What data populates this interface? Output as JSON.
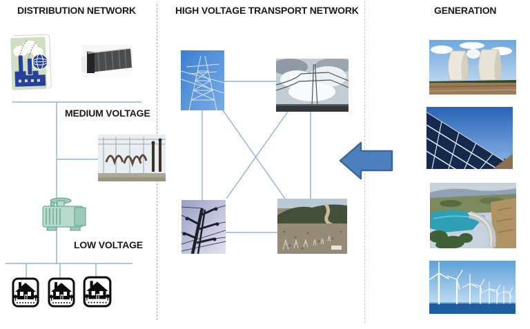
{
  "sections": {
    "distribution": {
      "title": "DISTRIBUTION NETWORK",
      "labels": {
        "medium_voltage": "MEDIUM VOLTAGE",
        "low_voltage": "LOW VOLTAGE"
      }
    },
    "transport": {
      "title": "HIGH VOLTAGE TRANSPORT NETWORK"
    },
    "generation": {
      "title": "GENERATION"
    }
  },
  "icons": {
    "factory": "factory-industry-clipart",
    "servers": "server-racks-photo",
    "substation": "substation-photo",
    "transformer": "distribution-transformer-clipart",
    "house": "house-consumer-icon",
    "pylon_blue": "transmission-tower-blue-sky-photo",
    "pylon_clouds": "transmission-tower-clouds-photo",
    "pylon_closeup": "pylon-closeup-photo",
    "lines_landscape": "transmission-corridor-landscape-photo",
    "nuclear": "nuclear-cooling-towers-photo",
    "solar": "solar-panels-photo",
    "dam": "hydroelectric-dam-photo",
    "wind": "offshore-wind-turbines-photo",
    "arrow": "left-block-arrow"
  },
  "colors": {
    "background": "#FFFFFF",
    "connector": "#8FB2D6",
    "separator_left": "#A6A6A6",
    "separator_right": "#B8CCE4",
    "arrow_fill": "#4C7FBB",
    "arrow_border": "#3A6698",
    "title_text": "#1A1A1A"
  }
}
